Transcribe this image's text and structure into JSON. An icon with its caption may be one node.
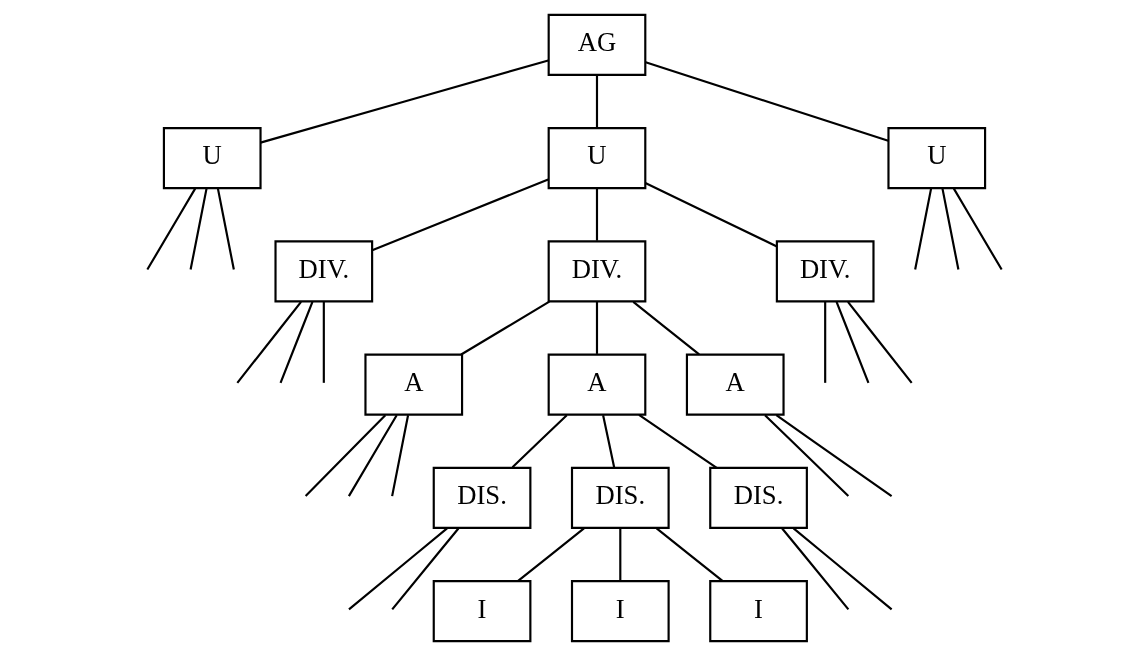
{
  "diagram": {
    "nodes": [
      {
        "text": [
          "AG"
        ]
      },
      {
        "text": [
          "U"
        ]
      },
      {
        "text": [
          "U"
        ]
      },
      {
        "text": [
          "U"
        ]
      },
      {
        "text": [
          "DIV."
        ]
      },
      {
        "text": [
          "DIV."
        ]
      },
      {
        "text": [
          "DIV."
        ]
      },
      {
        "text": [
          "A"
        ]
      },
      {
        "text": [
          "A"
        ]
      },
      {
        "text": [
          "A"
        ]
      },
      {
        "text": [
          "DIS."
        ]
      },
      {
        "text": [
          "DIS."
        ]
      },
      {
        "text": [
          "DIS."
        ]
      },
      {
        "text": [
          "I"
        ]
      },
      {
        "text": [
          "I"
        ]
      },
      {
        "text": [
          "I"
        ]
      }
    ],
    "edges": [
      {
        "from": 0,
        "to": 1,
        "arrow": "none"
      },
      {
        "from": 0,
        "to": 2,
        "arrow": "none"
      },
      {
        "from": 0,
        "to": 3,
        "arrow": "none"
      },
      {
        "from": 1,
        "to": null,
        "arrow": "none"
      },
      {
        "from": 1,
        "to": null,
        "arrow": "none"
      },
      {
        "from": 1,
        "to": null,
        "arrow": "none"
      },
      {
        "from": 2,
        "to": 4,
        "arrow": "none"
      },
      {
        "from": 2,
        "to": 5,
        "arrow": "none"
      },
      {
        "from": 2,
        "to": 6,
        "arrow": "none"
      },
      {
        "from": 3,
        "to": null,
        "arrow": "none"
      },
      {
        "from": 3,
        "to": null,
        "arrow": "none"
      },
      {
        "from": 3,
        "to": null,
        "arrow": "none"
      },
      {
        "from": 4,
        "to": null,
        "arrow": "none"
      },
      {
        "from": 4,
        "to": null,
        "arrow": "none"
      },
      {
        "from": 4,
        "to": null,
        "arrow": "none"
      },
      {
        "from": 5,
        "to": 7,
        "arrow": "none"
      },
      {
        "from": 5,
        "to": 8,
        "arrow": "none"
      },
      {
        "from": 5,
        "to": 9,
        "arrow": "none"
      },
      {
        "from": 6,
        "to": null,
        "arrow": "none"
      },
      {
        "from": 6,
        "to": null,
        "arrow": "none"
      },
      {
        "from": 6,
        "to": null,
        "arrow": "none"
      },
      {
        "from": 7,
        "to": null,
        "arrow": "none"
      },
      {
        "from": 7,
        "to": null,
        "arrow": "none"
      },
      {
        "from": 7,
        "to": null,
        "arrow": "none"
      },
      {
        "from": 8,
        "to": 10,
        "arrow": "none"
      },
      {
        "from": 8,
        "to": 11,
        "arrow": "none"
      },
      {
        "from": 8,
        "to": 12,
        "arrow": "none"
      },
      {
        "from": 9,
        "to": null,
        "arrow": "none"
      },
      {
        "from": 9,
        "to": null,
        "arrow": "none"
      },
      {
        "from": 10,
        "to": null,
        "arrow": "none"
      },
      {
        "from": 10,
        "to": null,
        "arrow": "none"
      },
      {
        "from": 11,
        "to": 13,
        "arrow": "none"
      },
      {
        "from": 11,
        "to": 14,
        "arrow": "none"
      },
      {
        "from": 11,
        "to": 15,
        "arrow": "none"
      },
      {
        "from": 12,
        "to": null,
        "arrow": "none"
      },
      {
        "from": 12,
        "to": null,
        "arrow": "none"
      }
    ]
  }
}
